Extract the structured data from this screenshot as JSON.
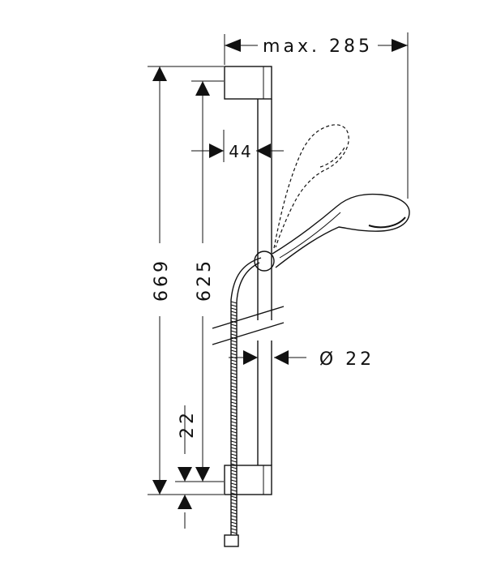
{
  "dimensions": {
    "max_width": "max. 285",
    "slider_offset": "44",
    "total_height": "669",
    "rail_height": "625",
    "bottom_offset": "22",
    "rail_diameter": "Ø 22"
  }
}
